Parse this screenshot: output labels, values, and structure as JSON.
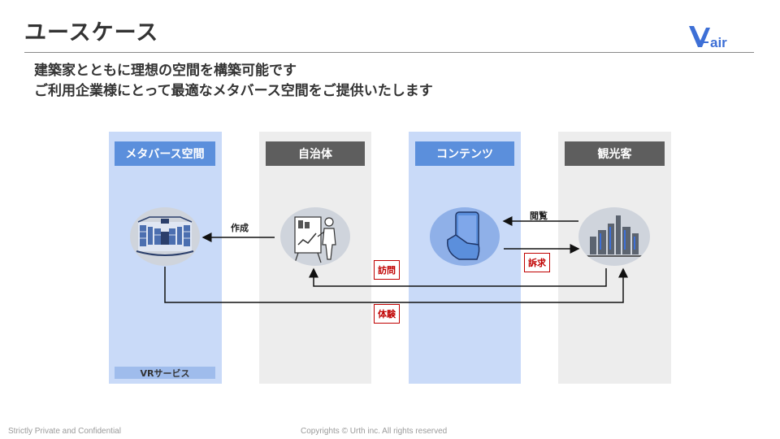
{
  "header": {
    "title": "ユースケース",
    "logo_text": "air"
  },
  "subtitle": {
    "line1": "建築家とともに理想の空間を構築可能です",
    "line2": "ご利用企業様にとって最適なメタバース空間をご提供いたします"
  },
  "columns": [
    {
      "label": "メタバース空間",
      "icon": "metaverse-room-icon"
    },
    {
      "label": "自治体",
      "icon": "architect-planning-icon"
    },
    {
      "label": "コンテンツ",
      "icon": "smartphone-in-hand-icon"
    },
    {
      "label": "観光客",
      "icon": "city-skyline-icon"
    }
  ],
  "flows": {
    "create": "作成",
    "browse": "閲覧",
    "appeal": "訴求",
    "visit": "訪問",
    "experience": "体験"
  },
  "vr_service": "VRサービス",
  "footer": {
    "left": "Strictly Private and Confidential",
    "center": "Copyrights © Urth inc. All rights reserved"
  },
  "colors": {
    "blue_column": "#c9daf8",
    "gray_column": "#ededed",
    "blue_header": "#5b8fdc",
    "gray_header": "#5e5e5e",
    "accent_red": "#c00000",
    "logo_blue": "#3d6fd6"
  }
}
